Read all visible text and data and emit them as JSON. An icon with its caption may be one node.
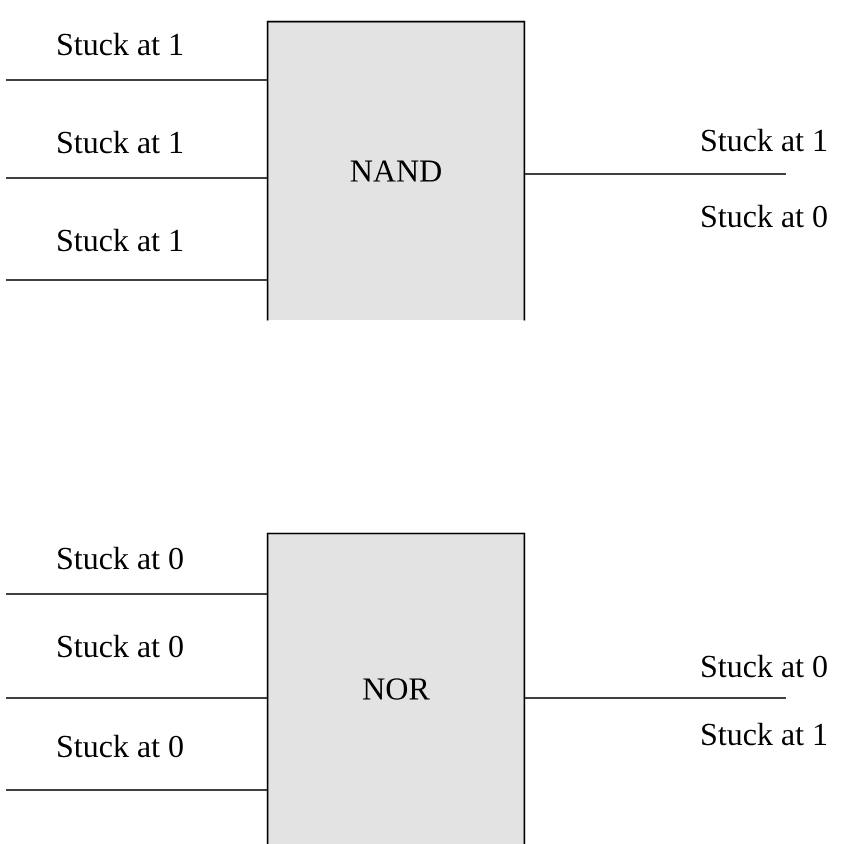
{
  "diagram": {
    "nodes": [
      {
        "text": [
          "NAND"
        ]
      },
      {
        "text": [
          "NOR"
        ]
      }
    ],
    "edges": [
      {
        "from": null,
        "to": 0,
        "arrow": "none",
        "label": "Stuck at 1"
      },
      {
        "from": null,
        "to": 0,
        "arrow": "none",
        "label": "Stuck at 1"
      },
      {
        "from": null,
        "to": 0,
        "arrow": "none",
        "label": "Stuck at 1"
      },
      {
        "from": 0,
        "to": null,
        "arrow": "none",
        "label": "Stuck at 1"
      },
      {
        "from": null,
        "to": 1,
        "arrow": "none",
        "label": "Stuck at 0"
      },
      {
        "from": null,
        "to": 1,
        "arrow": "none",
        "label": "Stuck at 0"
      },
      {
        "from": null,
        "to": 1,
        "arrow": "none",
        "label": "Stuck at 0"
      },
      {
        "from": 1,
        "to": null,
        "arrow": "none",
        "label": "Stuck at 0"
      }
    ],
    "labels": [
      "Stuck at 0",
      "Stuck at 1"
    ]
  }
}
